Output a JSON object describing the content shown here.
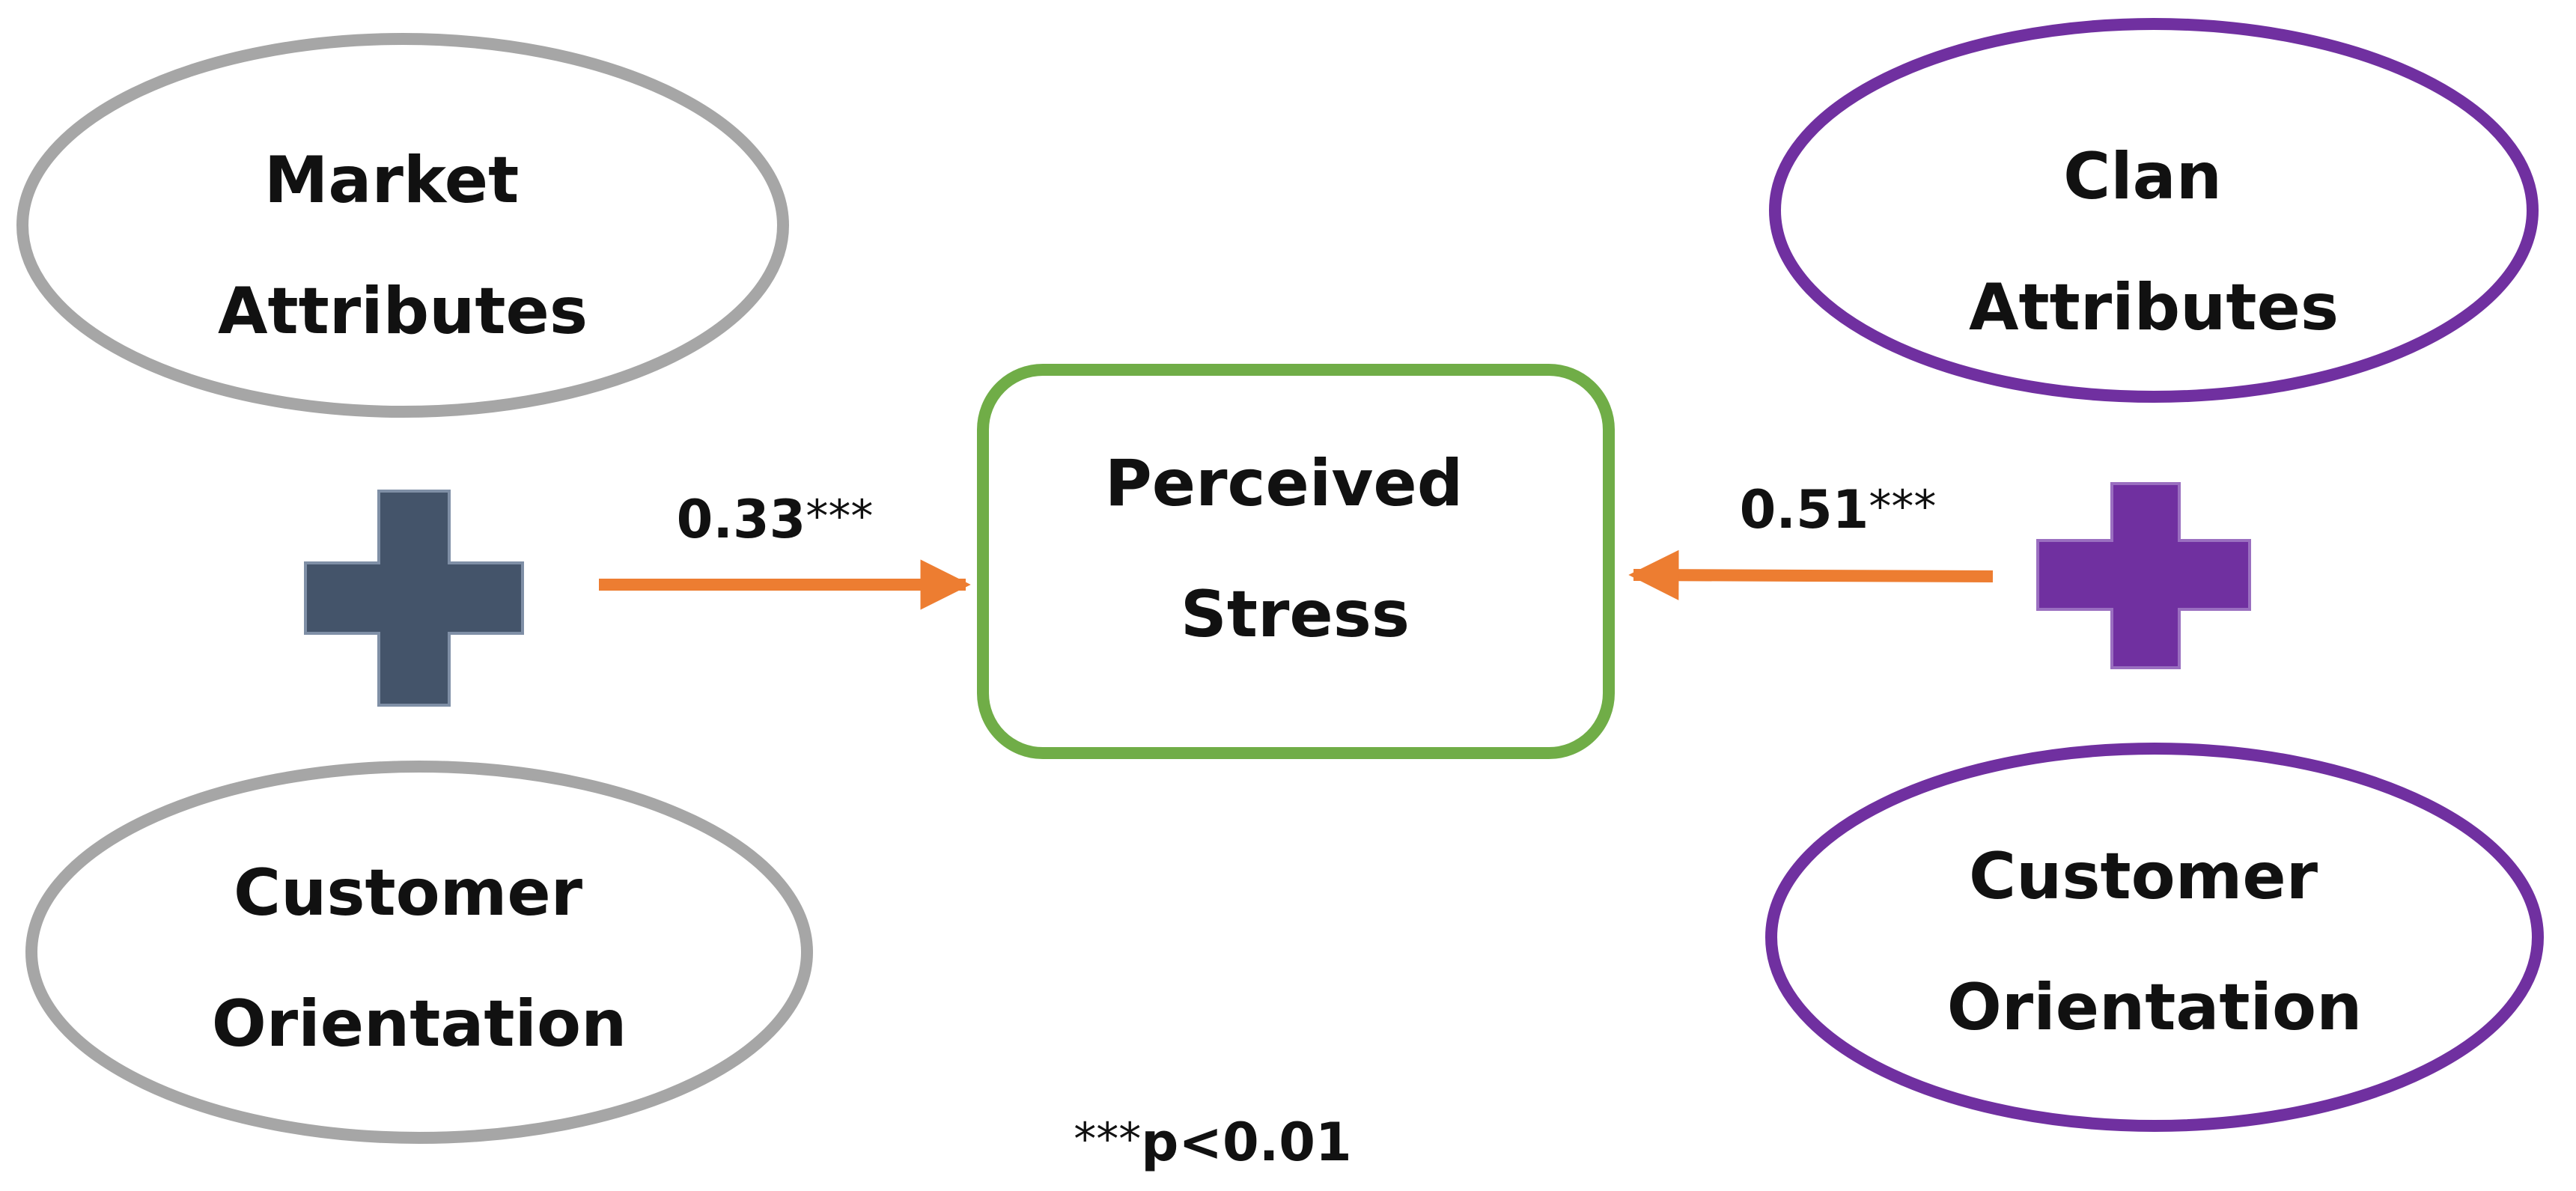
{
  "nodes": {
    "market_attributes": {
      "line1": "Market",
      "line2": "Attributes"
    },
    "market_customer_orientation": {
      "line1": "Customer",
      "line2": "Orientation"
    },
    "clan_attributes": {
      "line1": "Clan",
      "line2": "Attributes"
    },
    "clan_customer_orientation": {
      "line1": "Customer",
      "line2": "Orientation"
    },
    "perceived_stress": {
      "line1": "Perceived",
      "line2": "Stress"
    }
  },
  "paths": {
    "market_to_stress": {
      "coef": "0.33",
      "sig": "***"
    },
    "clan_to_stress": {
      "coef": "0.51",
      "sig": "***"
    }
  },
  "footnote": {
    "stars": "***",
    "text": "p<0.01"
  },
  "icons": {
    "market_plus": "plus-icon",
    "clan_plus": "plus-icon",
    "arrows": "arrow-icon"
  },
  "colors": {
    "market_ellipse": "#a6a6a6",
    "clan_ellipse": "#7030a0",
    "stress_box": "#70ad47",
    "arrow": "#ed7d31",
    "market_plus": "#44546a",
    "clan_plus": "#7030a0"
  }
}
